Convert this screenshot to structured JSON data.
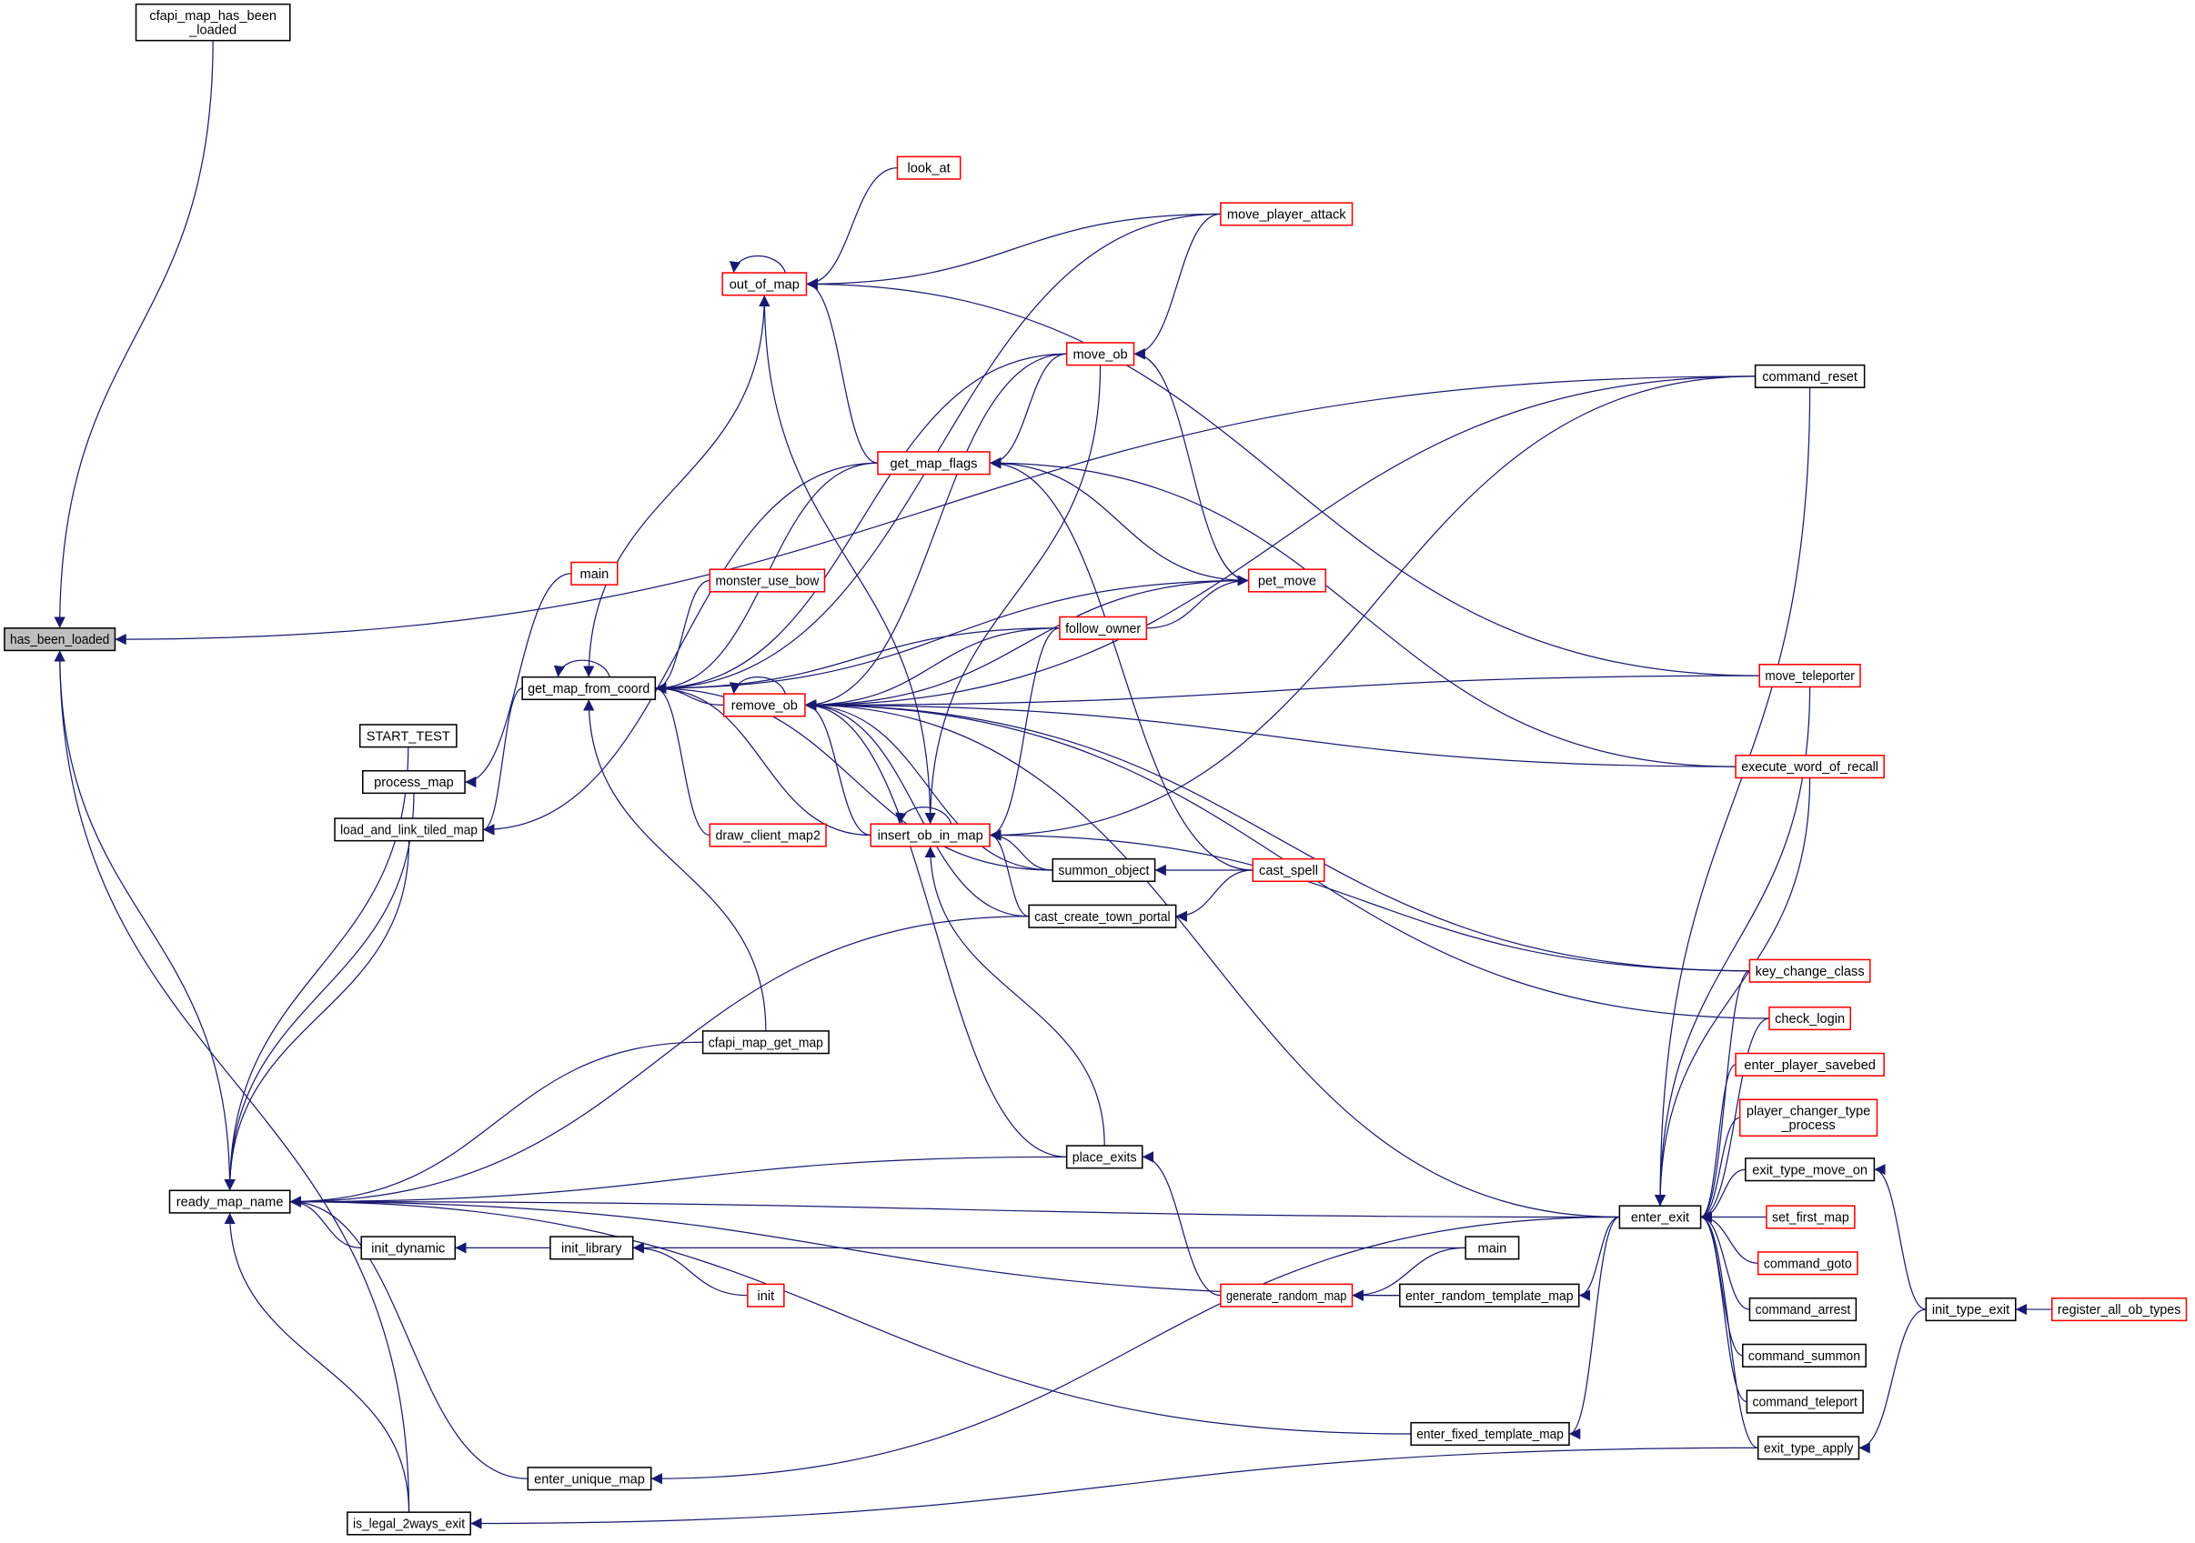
{
  "colors": {
    "edge": "#191970",
    "root_fill": "#bfbfbf",
    "truncated_border": "#ff0000",
    "normal_border": "#000000"
  },
  "nodes": [
    {
      "id": "has_been_loaded",
      "label": [
        "has_been_loaded"
      ],
      "root": true
    },
    {
      "id": "cfapi_map_has_been_loaded",
      "label": [
        "cfapi_map_has_been",
        "_loaded"
      ]
    },
    {
      "id": "ready_map_name",
      "label": [
        "ready_map_name"
      ]
    },
    {
      "id": "is_legal_2ways_exit",
      "label": [
        "is_legal_2ways_exit"
      ]
    },
    {
      "id": "START_TEST",
      "label": [
        "START_TEST"
      ]
    },
    {
      "id": "process_map",
      "label": [
        "process_map"
      ]
    },
    {
      "id": "load_and_link_tiled_map",
      "label": [
        "load_and_link_tiled_map"
      ]
    },
    {
      "id": "main1",
      "label": [
        "main"
      ],
      "truncated": true
    },
    {
      "id": "get_map_from_coord",
      "label": [
        "get_map_from_coord"
      ]
    },
    {
      "id": "init_dynamic",
      "label": [
        "init_dynamic"
      ]
    },
    {
      "id": "init_library",
      "label": [
        "init_library"
      ]
    },
    {
      "id": "init",
      "label": [
        "init"
      ],
      "truncated": true
    },
    {
      "id": "enter_unique_map",
      "label": [
        "enter_unique_map"
      ]
    },
    {
      "id": "look_at",
      "label": [
        "look_at"
      ],
      "truncated": true
    },
    {
      "id": "out_of_map",
      "label": [
        "out_of_map"
      ],
      "truncated": true
    },
    {
      "id": "monster_use_bow",
      "label": [
        "monster_use_bow"
      ],
      "truncated": true
    },
    {
      "id": "remove_ob",
      "label": [
        "remove_ob"
      ],
      "truncated": true
    },
    {
      "id": "draw_client_map2",
      "label": [
        "draw_client_map2"
      ],
      "truncated": true
    },
    {
      "id": "cfapi_map_get_map",
      "label": [
        "cfapi_map_get_map"
      ]
    },
    {
      "id": "move_player_attack",
      "label": [
        "move_player_attack"
      ],
      "truncated": true
    },
    {
      "id": "move_ob",
      "label": [
        "move_ob"
      ],
      "truncated": true
    },
    {
      "id": "get_map_flags",
      "label": [
        "get_map_flags"
      ],
      "truncated": true
    },
    {
      "id": "pet_move",
      "label": [
        "pet_move"
      ],
      "truncated": true
    },
    {
      "id": "follow_owner",
      "label": [
        "follow_owner"
      ],
      "truncated": true
    },
    {
      "id": "insert_ob_in_map",
      "label": [
        "insert_ob_in_map"
      ],
      "truncated": true
    },
    {
      "id": "summon_object",
      "label": [
        "summon_object"
      ]
    },
    {
      "id": "cast_create_town_portal",
      "label": [
        "cast_create_town_portal"
      ]
    },
    {
      "id": "cast_spell",
      "label": [
        "cast_spell"
      ],
      "truncated": true
    },
    {
      "id": "place_exits",
      "label": [
        "place_exits"
      ]
    },
    {
      "id": "generate_random_map",
      "label": [
        "generate_random_map"
      ],
      "truncated": true
    },
    {
      "id": "main2",
      "label": [
        "main"
      ]
    },
    {
      "id": "enter_random_template_map",
      "label": [
        "enter_random_template_map"
      ]
    },
    {
      "id": "enter_fixed_template_map",
      "label": [
        "enter_fixed_template_map"
      ]
    },
    {
      "id": "enter_exit",
      "label": [
        "enter_exit"
      ]
    },
    {
      "id": "command_reset",
      "label": [
        "command_reset"
      ]
    },
    {
      "id": "move_teleporter",
      "label": [
        "move_teleporter"
      ],
      "truncated": true
    },
    {
      "id": "execute_word_of_recall",
      "label": [
        "execute_word_of_recall"
      ],
      "truncated": true
    },
    {
      "id": "key_change_class",
      "label": [
        "key_change_class"
      ],
      "truncated": true
    },
    {
      "id": "check_login",
      "label": [
        "check_login"
      ],
      "truncated": true
    },
    {
      "id": "enter_player_savebed",
      "label": [
        "enter_player_savebed"
      ],
      "truncated": true
    },
    {
      "id": "player_changer_type_process",
      "label": [
        "player_changer_type",
        "_process"
      ],
      "truncated": true
    },
    {
      "id": "exit_type_move_on",
      "label": [
        "exit_type_move_on"
      ]
    },
    {
      "id": "set_first_map",
      "label": [
        "set_first_map"
      ],
      "truncated": true
    },
    {
      "id": "command_goto",
      "label": [
        "command_goto"
      ],
      "truncated": true
    },
    {
      "id": "command_arrest",
      "label": [
        "command_arrest"
      ]
    },
    {
      "id": "command_summon",
      "label": [
        "command_summon"
      ]
    },
    {
      "id": "command_teleport",
      "label": [
        "command_teleport"
      ]
    },
    {
      "id": "exit_type_apply",
      "label": [
        "exit_type_apply"
      ]
    },
    {
      "id": "init_type_exit",
      "label": [
        "init_type_exit"
      ]
    },
    {
      "id": "register_all_ob_types",
      "label": [
        "register_all_ob_types"
      ],
      "truncated": true
    }
  ],
  "edges": [
    [
      "cfapi_map_has_been_loaded",
      "has_been_loaded"
    ],
    [
      "command_reset",
      "has_been_loaded"
    ],
    [
      "ready_map_name",
      "has_been_loaded"
    ],
    [
      "is_legal_2ways_exit",
      "has_been_loaded"
    ],
    [
      "START_TEST",
      "ready_map_name"
    ],
    [
      "process_map",
      "ready_map_name"
    ],
    [
      "load_and_link_tiled_map",
      "ready_map_name"
    ],
    [
      "init_dynamic",
      "ready_map_name"
    ],
    [
      "cfapi_map_get_map",
      "ready_map_name"
    ],
    [
      "cast_create_town_portal",
      "ready_map_name"
    ],
    [
      "place_exits",
      "ready_map_name"
    ],
    [
      "enter_random_template_map",
      "ready_map_name"
    ],
    [
      "enter_exit",
      "ready_map_name"
    ],
    [
      "enter_fixed_template_map",
      "ready_map_name"
    ],
    [
      "enter_unique_map",
      "ready_map_name"
    ],
    [
      "is_legal_2ways_exit",
      "ready_map_name"
    ],
    [
      "main1",
      "process_map"
    ],
    [
      "get_map_from_coord",
      "load_and_link_tiled_map"
    ],
    [
      "get_map_flags",
      "load_and_link_tiled_map"
    ],
    [
      "get_map_from_coord",
      "get_map_from_coord"
    ],
    [
      "out_of_map",
      "get_map_from_coord"
    ],
    [
      "move_player_attack",
      "get_map_from_coord"
    ],
    [
      "move_ob",
      "get_map_from_coord"
    ],
    [
      "get_map_flags",
      "get_map_from_coord"
    ],
    [
      "pet_move",
      "get_map_from_coord"
    ],
    [
      "monster_use_bow",
      "get_map_from_coord"
    ],
    [
      "follow_owner",
      "get_map_from_coord"
    ],
    [
      "remove_ob",
      "get_map_from_coord"
    ],
    [
      "draw_client_map2",
      "get_map_from_coord"
    ],
    [
      "insert_ob_in_map",
      "get_map_from_coord"
    ],
    [
      "summon_object",
      "get_map_from_coord"
    ],
    [
      "cfapi_map_get_map",
      "get_map_from_coord"
    ],
    [
      "init_library",
      "init_dynamic"
    ],
    [
      "init",
      "init_library"
    ],
    [
      "main2",
      "init_library"
    ],
    [
      "enter_exit",
      "enter_unique_map"
    ],
    [
      "out_of_map",
      "out_of_map"
    ],
    [
      "look_at",
      "out_of_map"
    ],
    [
      "move_player_attack",
      "out_of_map"
    ],
    [
      "move_teleporter",
      "out_of_map"
    ],
    [
      "get_map_flags",
      "out_of_map"
    ],
    [
      "insert_ob_in_map",
      "out_of_map"
    ],
    [
      "move_ob",
      "get_map_flags"
    ],
    [
      "pet_move",
      "get_map_flags"
    ],
    [
      "execute_word_of_recall",
      "get_map_flags"
    ],
    [
      "cast_spell",
      "get_map_flags"
    ],
    [
      "move_player_attack",
      "move_ob"
    ],
    [
      "pet_move",
      "move_ob"
    ],
    [
      "remove_ob",
      "remove_ob"
    ],
    [
      "move_ob",
      "remove_ob"
    ],
    [
      "command_reset",
      "remove_ob"
    ],
    [
      "follow_owner",
      "remove_ob"
    ],
    [
      "pet_move",
      "remove_ob"
    ],
    [
      "move_teleporter",
      "remove_ob"
    ],
    [
      "execute_word_of_recall",
      "remove_ob"
    ],
    [
      "insert_ob_in_map",
      "remove_ob"
    ],
    [
      "summon_object",
      "remove_ob"
    ],
    [
      "cast_create_town_portal",
      "remove_ob"
    ],
    [
      "key_change_class",
      "remove_ob"
    ],
    [
      "check_login",
      "remove_ob"
    ],
    [
      "enter_exit",
      "remove_ob"
    ],
    [
      "place_exits",
      "remove_ob"
    ],
    [
      "insert_ob_in_map",
      "insert_ob_in_map"
    ],
    [
      "move_ob",
      "insert_ob_in_map"
    ],
    [
      "command_reset",
      "insert_ob_in_map"
    ],
    [
      "follow_owner",
      "insert_ob_in_map"
    ],
    [
      "summon_object",
      "insert_ob_in_map"
    ],
    [
      "cast_create_town_portal",
      "insert_ob_in_map"
    ],
    [
      "key_change_class",
      "insert_ob_in_map"
    ],
    [
      "place_exits",
      "insert_ob_in_map"
    ],
    [
      "follow_owner",
      "pet_move"
    ],
    [
      "cast_spell",
      "summon_object"
    ],
    [
      "cast_spell",
      "cast_create_town_portal"
    ],
    [
      "generate_random_map",
      "place_exits"
    ],
    [
      "main2",
      "generate_random_map"
    ],
    [
      "enter_random_template_map",
      "generate_random_map"
    ],
    [
      "enter_exit",
      "enter_random_template_map"
    ],
    [
      "enter_exit",
      "enter_fixed_template_map"
    ],
    [
      "command_reset",
      "enter_exit"
    ],
    [
      "move_teleporter",
      "enter_exit"
    ],
    [
      "execute_word_of_recall",
      "enter_exit"
    ],
    [
      "key_change_class",
      "enter_exit"
    ],
    [
      "check_login",
      "enter_exit"
    ],
    [
      "enter_player_savebed",
      "enter_exit"
    ],
    [
      "player_changer_type_process",
      "enter_exit"
    ],
    [
      "exit_type_move_on",
      "enter_exit"
    ],
    [
      "set_first_map",
      "enter_exit"
    ],
    [
      "command_goto",
      "enter_exit"
    ],
    [
      "command_arrest",
      "enter_exit"
    ],
    [
      "command_summon",
      "enter_exit"
    ],
    [
      "command_teleport",
      "enter_exit"
    ],
    [
      "exit_type_apply",
      "enter_exit"
    ],
    [
      "init_type_exit",
      "exit_type_move_on"
    ],
    [
      "init_type_exit",
      "exit_type_apply"
    ],
    [
      "exit_type_apply",
      "is_legal_2ways_exit"
    ],
    [
      "register_all_ob_types",
      "init_type_exit"
    ]
  ]
}
